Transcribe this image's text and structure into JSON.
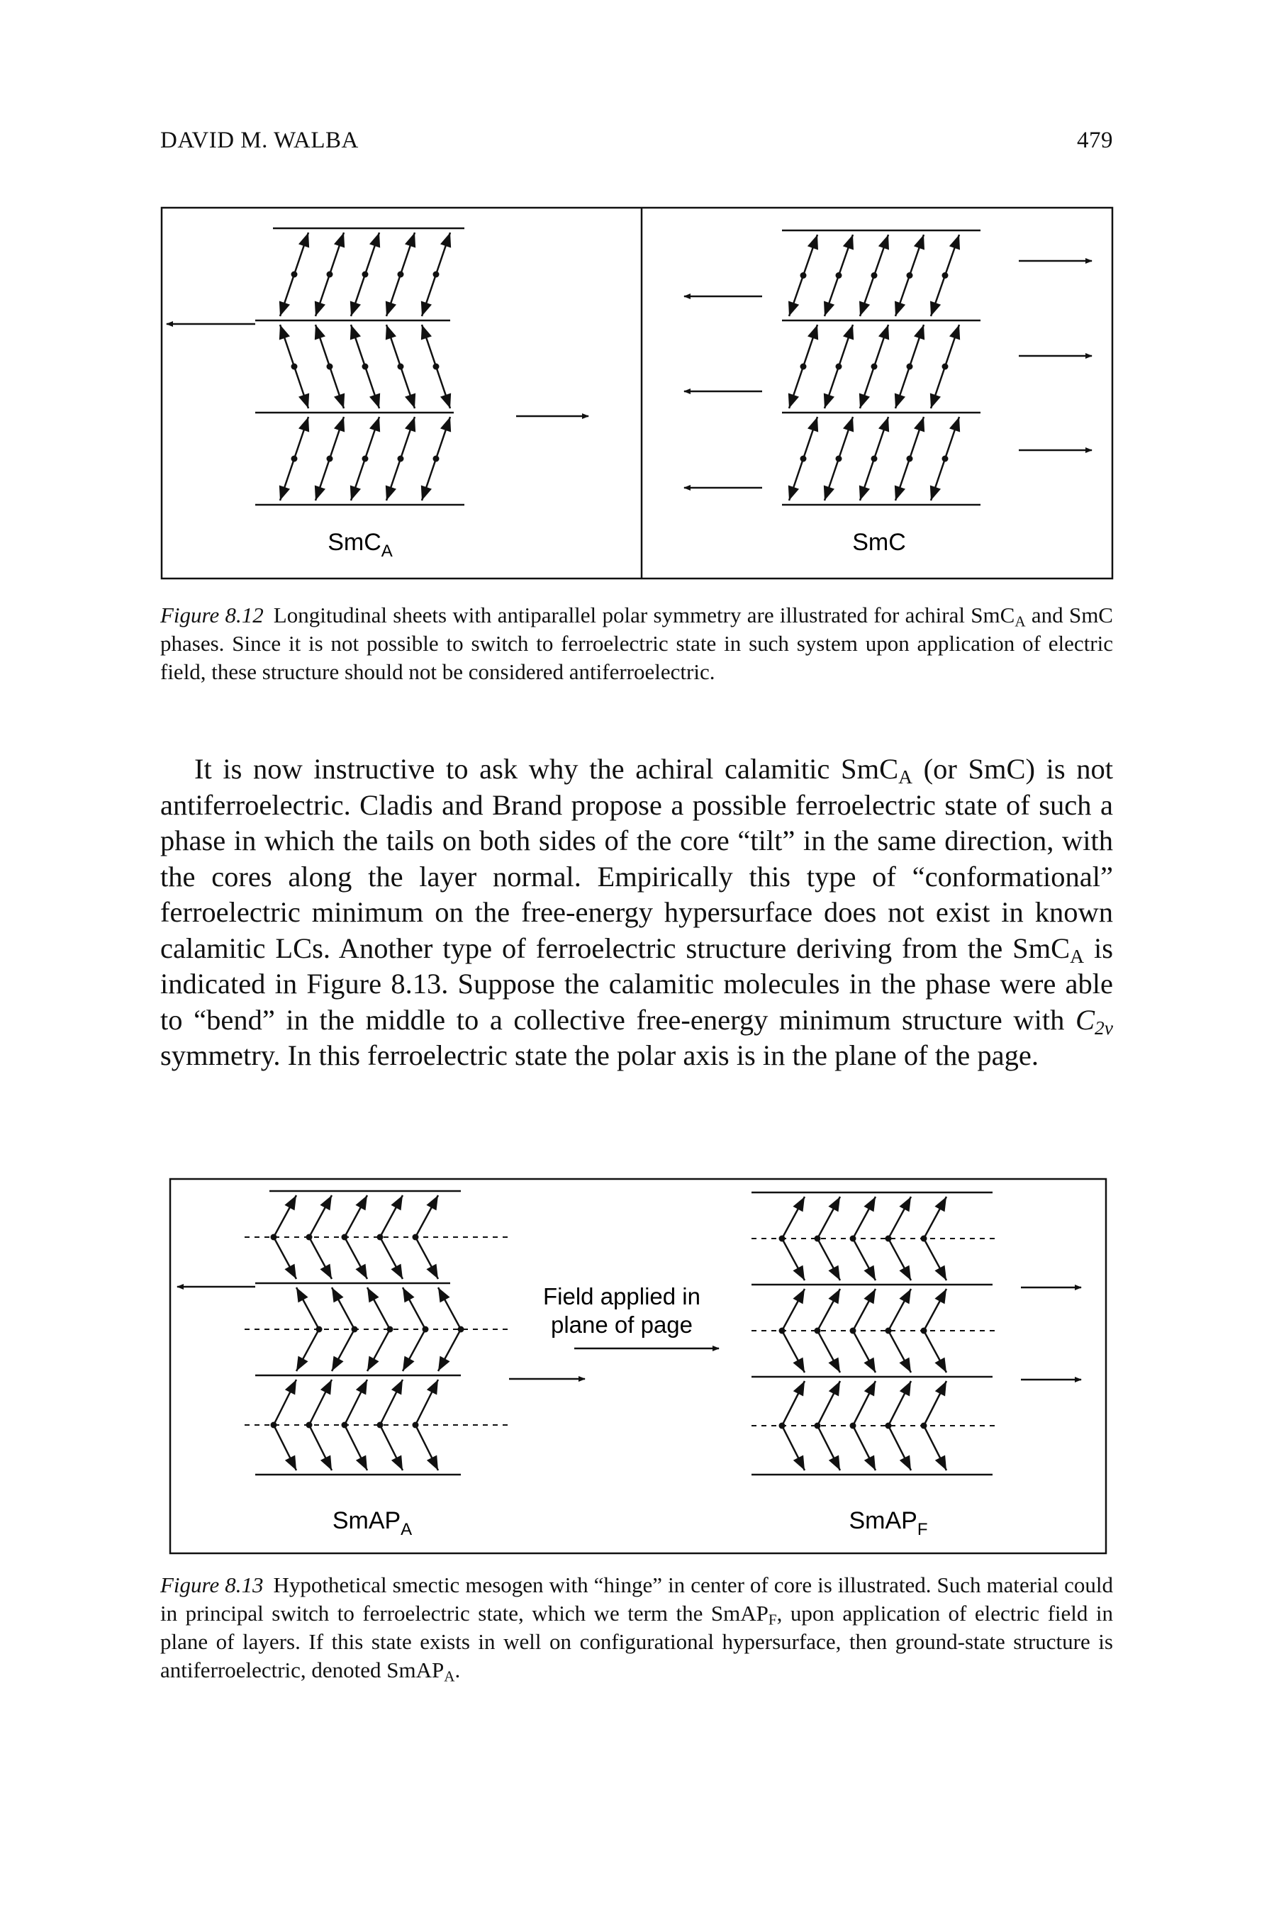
{
  "header": {
    "author": "DAVID M. WALBA",
    "page_number": "479"
  },
  "figure_8_12": {
    "left_label": {
      "base": "SmC",
      "sub": "A"
    },
    "right_label": "SmC",
    "caption_label": "Figure 8.12",
    "caption_parts": [
      {
        "text": "Longitudinal sheets with antiparallel polar symmetry are illustrated for achiral SmC"
      },
      {
        "sub": "A"
      },
      {
        "text": " and SmC phases. Since it is not possible to switch to ferroelectric state in such system upon application of electric field, these structure should not be considered antiferroelectric."
      }
    ]
  },
  "body": {
    "parts": [
      {
        "text": "It is now instructive to ask why the achiral calamitic SmC"
      },
      {
        "sub": "A"
      },
      {
        "text": " (or SmC) is not antiferroelectric. Cladis and Brand propose a possible ferroelectric state of such a phase in which the tails on both sides of the core “tilt” in the same direction, with the cores along the layer normal. Empirically this type of “conformational” ferroelectric minimum on the free-energy hypersurface does not exist in known calamitic LCs. Another type of ferroelectric structure deriving from the SmC"
      },
      {
        "sub": "A"
      },
      {
        "text": " is indicated in Figure 8.13. Suppose the calamitic molecules in the phase were able to “bend” in the middle to a collective free-energy minimum structure with "
      },
      {
        "italic": "C"
      },
      {
        "sub": "2v",
        "italic": true
      },
      {
        "text": " symmetry. In this ferroelectric state the polar axis is in the plane of the page."
      }
    ]
  },
  "figure_8_13": {
    "left_label": {
      "base": "SmAP",
      "sub": "A"
    },
    "right_label": {
      "base": "SmAP",
      "sub": "F"
    },
    "field_label_line1": "Field applied in",
    "field_label_line2": "plane of page",
    "caption_label": "Figure 8.13",
    "caption_parts": [
      {
        "text": "Hypothetical smectic mesogen with “hinge” in center of core is illustrated. Such material could in principal switch to ferroelectric state, which we term the SmAP"
      },
      {
        "sub": "F"
      },
      {
        "text": ", upon application of electric field in plane of layers. If this state exists in well on configurational hypersurface, then ground-state structure is antiferroelectric, denoted SmAP"
      },
      {
        "sub": "A"
      },
      {
        "text": "."
      }
    ]
  }
}
